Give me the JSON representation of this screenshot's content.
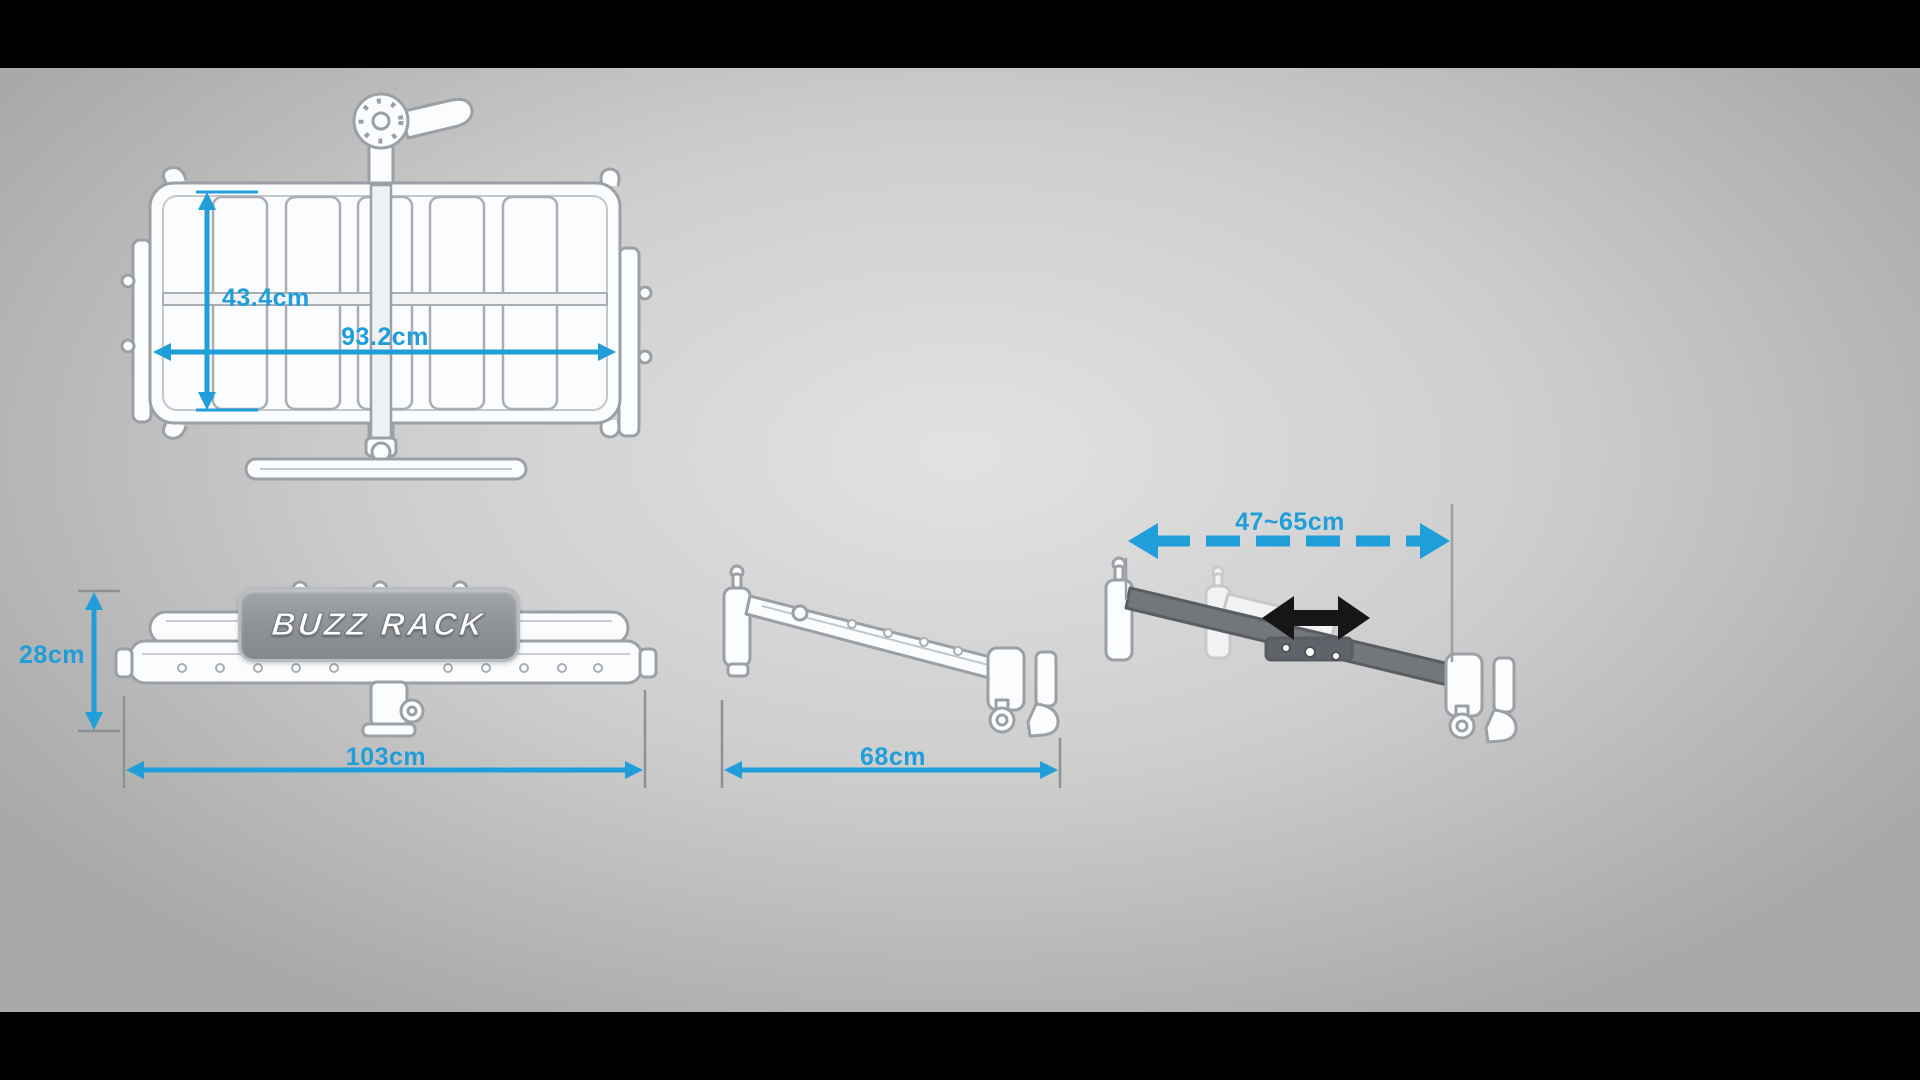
{
  "colors": {
    "accent_blue": "#1f9ed9",
    "adjust_arrow_black": "#161616",
    "letterbox_black": "#000000"
  },
  "logo": {
    "text": "BUZZ RACK"
  },
  "dimensions": {
    "top_view": {
      "depth": "43.4cm",
      "width": "93.2cm"
    },
    "front_view": {
      "height": "28cm",
      "width": "103cm"
    },
    "side_view": {
      "length": "68cm"
    },
    "adjustable_view": {
      "range": "47~65cm"
    }
  }
}
